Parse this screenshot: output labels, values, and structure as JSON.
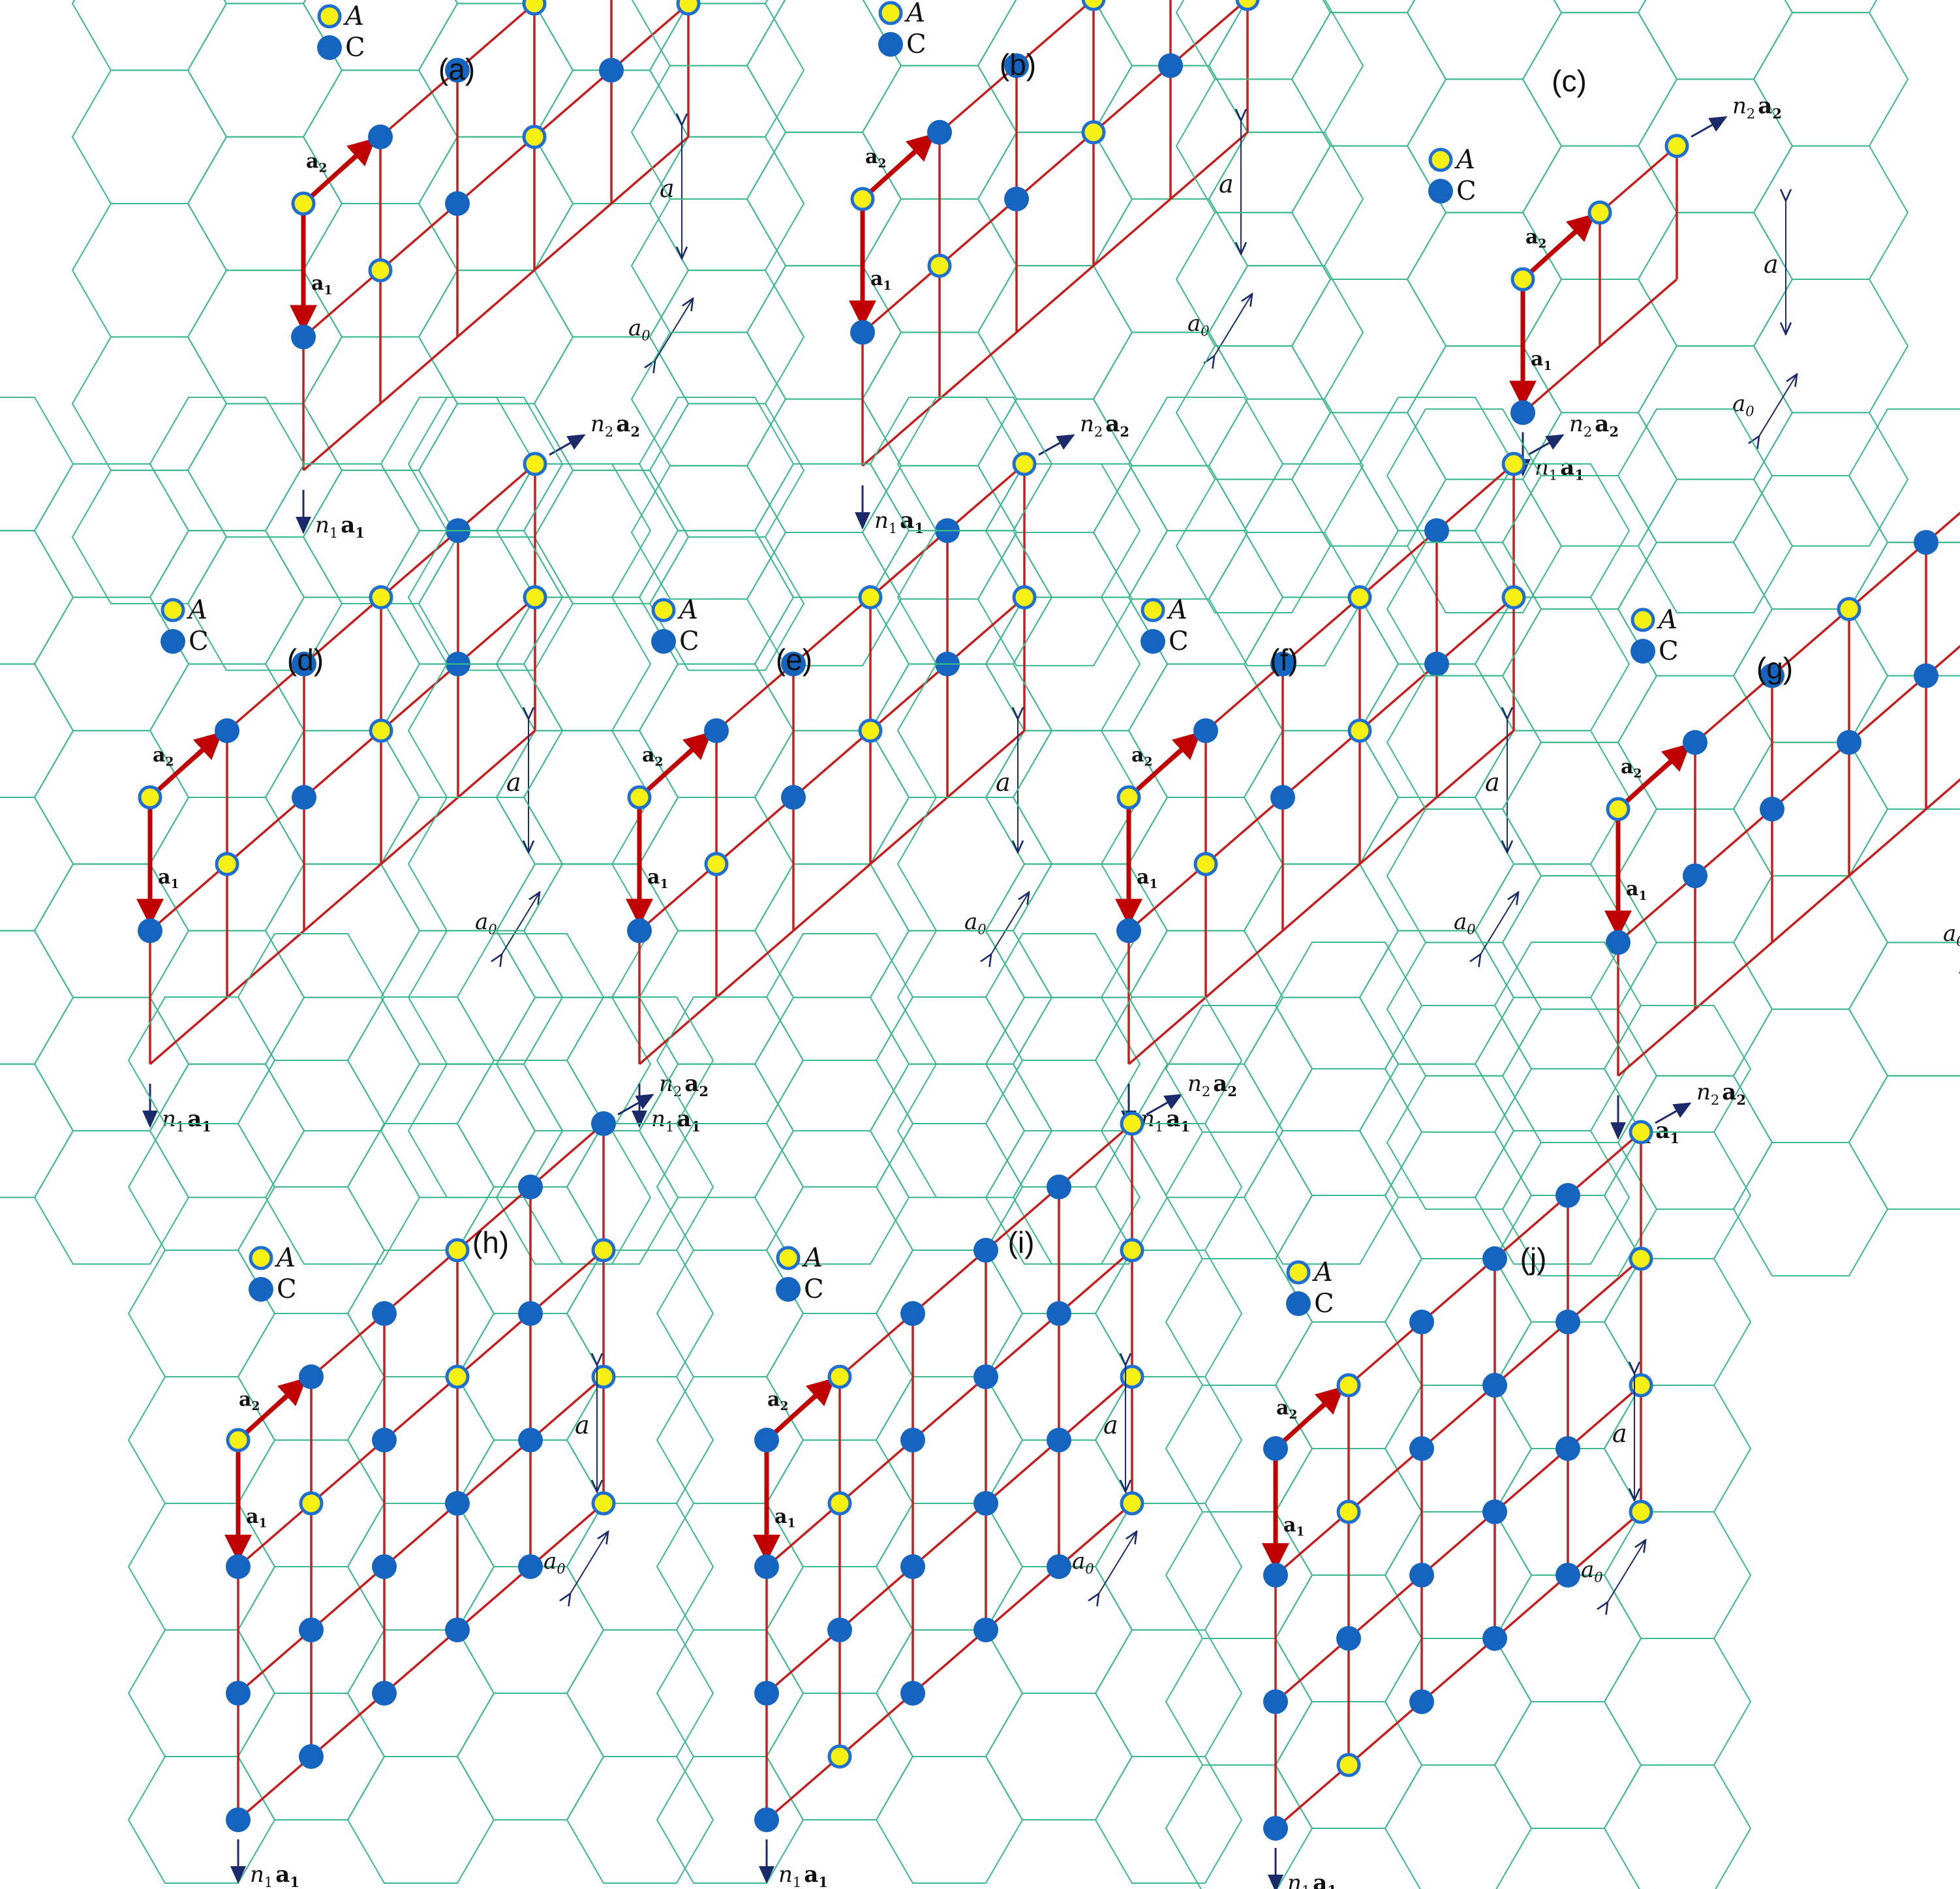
{
  "legend": {
    "a_label": "A",
    "c_label": "C"
  },
  "labels": {
    "a1": "a",
    "a1_sub": "1",
    "a2": "a",
    "a2_sub": "2",
    "lattice_const": "a",
    "hex_const": "a",
    "hex_const_sub": "0",
    "n1": "n",
    "n1_sub": "1",
    "n1_vec": "a",
    "n1_vec_sub": "1",
    "n2": "n",
    "n2_sub": "2",
    "n2_vec": "a",
    "n2_vec_sub": "2"
  },
  "colors": {
    "hexagon": "#3cb88a",
    "lattice": "#c41f1f",
    "vector": "#c00000",
    "arrow": "#1b2a6b",
    "atom_a_fill": "#f6f014",
    "atom_a_stroke": "#1e6fd0",
    "atom_c_fill": "#1565c0"
  },
  "panels": [
    {
      "label": "(a)",
      "n1": 2,
      "n2": 3,
      "sites": [
        "A",
        "C",
        "C",
        "A",
        "C",
        "A",
        "C",
        "A",
        "C",
        "A",
        "C",
        "A"
      ]
    },
    {
      "label": "(b)",
      "n1": 2,
      "n2": 3,
      "sites": [
        "A",
        "C",
        "C",
        "A",
        "C",
        "A",
        "C",
        "A",
        "C",
        "A",
        "C",
        "A"
      ]
    },
    {
      "label": "(c)",
      "n1": 1,
      "n2": 2,
      "sites": [
        "A",
        "A",
        "A",
        "C"
      ]
    },
    {
      "label": "(d)",
      "n1": 2,
      "n2": 3,
      "sites": [
        "A",
        "C",
        "C",
        "A",
        "C",
        "A",
        "C",
        "A",
        "C",
        "A",
        "C",
        "A"
      ]
    },
    {
      "label": "(e)",
      "n1": 2,
      "n2": 3,
      "sites": [
        "A",
        "C",
        "C",
        "A",
        "C",
        "A",
        "C",
        "A",
        "C",
        "A",
        "C",
        "A"
      ]
    },
    {
      "label": "(f)",
      "n1": 2,
      "n2": 3,
      "sites": [
        "A",
        "C",
        "C",
        "A",
        "C",
        "A",
        "C",
        "A",
        "C",
        "A",
        "C",
        "A"
      ]
    },
    {
      "label": "(g)",
      "n1": 2,
      "n2": 3,
      "sites": [
        "A",
        "C",
        "C",
        "A",
        "C",
        "C",
        "C",
        "C",
        "C",
        "C",
        "C",
        "A"
      ]
    },
    {
      "label": "(h)",
      "n1": 3,
      "n2": 5,
      "sites": [
        "A",
        "C",
        "C",
        "A",
        "C",
        "C",
        "C",
        "A",
        "C",
        "A",
        "C",
        "A",
        "C",
        "C",
        "C",
        "C",
        "C",
        "A",
        "C",
        "C",
        "C",
        "C",
        "C",
        "A"
      ]
    },
    {
      "label": "(i)",
      "n1": 3,
      "n2": 5,
      "sites": [
        "C",
        "A",
        "C",
        "C",
        "C",
        "A",
        "C",
        "A",
        "C",
        "C",
        "C",
        "A",
        "C",
        "C",
        "C",
        "C",
        "C",
        "A",
        "C",
        "A",
        "C",
        "C",
        "C",
        "A"
      ]
    },
    {
      "label": "(j)",
      "n1": 3,
      "n2": 5,
      "sites": [
        "C",
        "A",
        "C",
        "C",
        "C",
        "A",
        "C",
        "A",
        "C",
        "C",
        "C",
        "A",
        "C",
        "C",
        "C",
        "C",
        "C",
        "A",
        "C",
        "A",
        "C",
        "C",
        "C",
        "A"
      ]
    }
  ]
}
